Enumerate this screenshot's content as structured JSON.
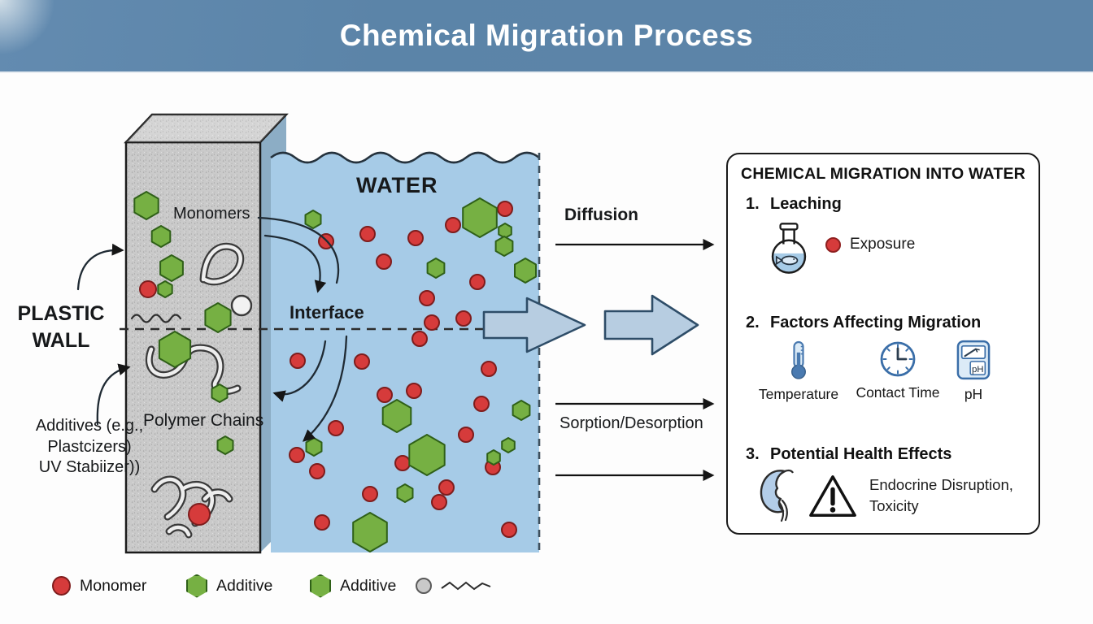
{
  "header": {
    "title": "Chemical Migration Process"
  },
  "diagram": {
    "plastic_wall_label": "PLASTIC WALL",
    "monomers_label": "Monomers",
    "polymer_chains_label": "Polymer Chains",
    "additives_line1": "Additives (e.g., Plastcizers)",
    "additives_line2": "UV Stabiizer))",
    "water_label": "WATER",
    "interface_label": "Interface",
    "diffusion_label": "Diffusion",
    "sorption_label": "Sorption/Desorption"
  },
  "panel": {
    "title": "CHEMICAL MIGRATION INTO WATER",
    "items": [
      {
        "number": "1.",
        "title": "Leaching",
        "caption": "Exposure"
      },
      {
        "number": "2.",
        "title": "Factors Affecting Migration",
        "factors": [
          {
            "icon": "thermometer-icon",
            "label": "Temperature"
          },
          {
            "icon": "clock-icon",
            "label": "Contact Time"
          },
          {
            "icon": "ph-meter-icon",
            "label": "pH"
          }
        ]
      },
      {
        "number": "3.",
        "title": "Potential Health Effects",
        "caption_line1": "Endocrine Disruption,",
        "caption_line2": "Toxicity"
      }
    ],
    "ph_meter_text": "pH"
  },
  "legend": {
    "items": [
      {
        "shape": "red-circle",
        "label": "Monomer"
      },
      {
        "shape": "green-hexagon",
        "label": "Additive"
      },
      {
        "shape": "green-hexagon",
        "label": "Additive"
      },
      {
        "shape": "gray-circle-squiggle",
        "label": ""
      }
    ]
  },
  "colors": {
    "header_bg": "#5b84a8",
    "water": "#a6cbe7",
    "wall": "#cacaca",
    "wall_side": "#8cadc5",
    "monomer": "#d63b3b",
    "monomer_stroke": "#7e1d1d",
    "additive": "#76b043",
    "additive_stroke": "#2f6018",
    "block_arrow": "#b7cde1",
    "block_arrow_stroke": "#2e4d68",
    "icon_blue": "#4a7ab0",
    "icon_fill": "#cfe1f1"
  },
  "particles": {
    "water_red": [
      [
        401,
        297
      ],
      [
        452,
        288
      ],
      [
        511,
        293
      ],
      [
        557,
        277
      ],
      [
        621,
        257
      ],
      [
        472,
        322
      ],
      [
        525,
        367
      ],
      [
        587,
        347
      ],
      [
        570,
        392
      ],
      [
        531,
        397
      ],
      [
        516,
        417
      ],
      [
        366,
        444
      ],
      [
        445,
        445
      ],
      [
        473,
        486
      ],
      [
        509,
        481
      ],
      [
        601,
        454
      ],
      [
        592,
        497
      ],
      [
        413,
        527
      ],
      [
        365,
        560
      ],
      [
        390,
        580
      ],
      [
        455,
        608
      ],
      [
        495,
        570
      ],
      [
        549,
        600
      ],
      [
        540,
        618
      ],
      [
        573,
        535
      ],
      [
        606,
        575
      ],
      [
        626,
        652
      ],
      [
        396,
        643
      ]
    ],
    "water_green": [
      [
        385,
        270,
        11
      ],
      [
        590,
        268,
        24
      ],
      [
        621,
        284,
        9
      ],
      [
        620,
        303,
        12
      ],
      [
        646,
        333,
        15
      ],
      [
        536,
        330,
        12
      ],
      [
        488,
        512,
        20
      ],
      [
        641,
        505,
        12
      ],
      [
        386,
        550,
        11
      ],
      [
        525,
        560,
        25
      ],
      [
        498,
        607,
        11
      ],
      [
        455,
        655,
        24
      ],
      [
        625,
        548,
        9
      ],
      [
        607,
        563,
        9
      ]
    ],
    "wall_green": [
      [
        180,
        253,
        17
      ],
      [
        198,
        291,
        13
      ],
      [
        211,
        330,
        16
      ],
      [
        203,
        356,
        10
      ],
      [
        268,
        391,
        18
      ],
      [
        215,
        430,
        22
      ],
      [
        270,
        484,
        11
      ],
      [
        277,
        548,
        11
      ]
    ],
    "wall_red": [
      [
        182,
        356,
        10
      ],
      [
        245,
        633,
        13
      ]
    ]
  }
}
